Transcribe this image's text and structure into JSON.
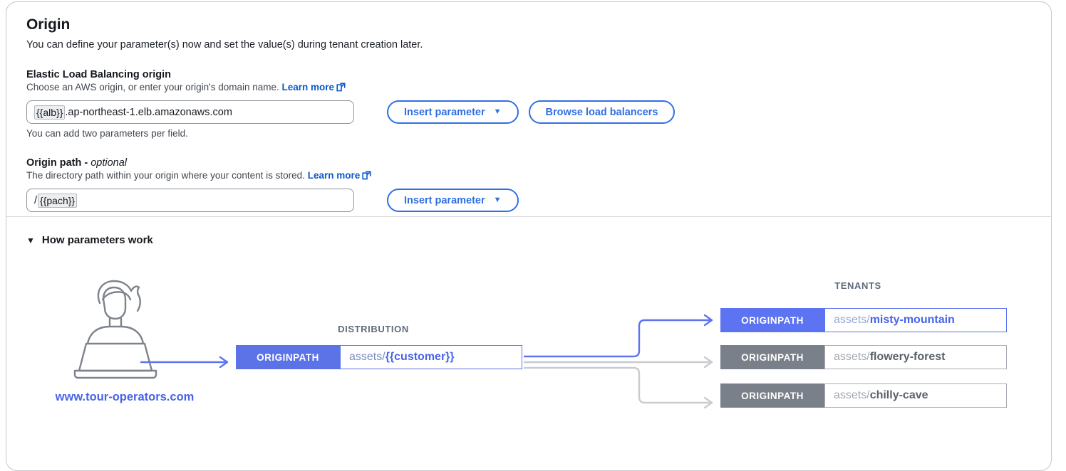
{
  "card": {
    "title": "Origin",
    "description": "You can define your parameter(s) now and set the value(s) during tenant creation later."
  },
  "fields": {
    "elb": {
      "label": "Elastic Load Balancing origin",
      "description": "Choose an AWS origin, or enter your origin's domain name.",
      "learn_more": "Learn more",
      "value_param": "{{alb}}",
      "value_rest": ".ap-northeast-1.elb.amazonaws.com",
      "hint": "You can add two parameters per field.",
      "insert_parameter_label": "Insert parameter",
      "browse_label": "Browse load balancers"
    },
    "origin_path": {
      "label": "Origin path -",
      "label_optional": "optional",
      "description": "The directory path within your origin where your content is stored.",
      "learn_more": "Learn more",
      "value_slash": "/",
      "value_param": "{{pach}}",
      "insert_parameter_label": "Insert parameter"
    }
  },
  "expander": {
    "caret": "▼",
    "label": "How parameters work"
  },
  "diagram": {
    "site_url": "www.tour-operators.com",
    "distribution_caption": "DISTRIBUTION",
    "tenants_caption": "TENANTS",
    "distribution": {
      "tag": "ORIGINPATH",
      "value_prefix": "assets/",
      "value_suffix": "{{customer}}"
    },
    "tenants": [
      {
        "tag": "ORIGINPATH",
        "value_prefix": "assets/",
        "value_suffix": "misty-mountain"
      },
      {
        "tag": "ORIGINPATH",
        "value_prefix": "assets/",
        "value_suffix": "flowery-forest"
      },
      {
        "tag": "ORIGINPATH",
        "value_prefix": "assets/",
        "value_suffix": "chilly-cave"
      }
    ]
  },
  "colors": {
    "accent_blue": "#2f6fe4",
    "link_blue": "#0a58ca",
    "diagram_blue": "#5c73f2",
    "diagram_gray": "#7a8089"
  }
}
